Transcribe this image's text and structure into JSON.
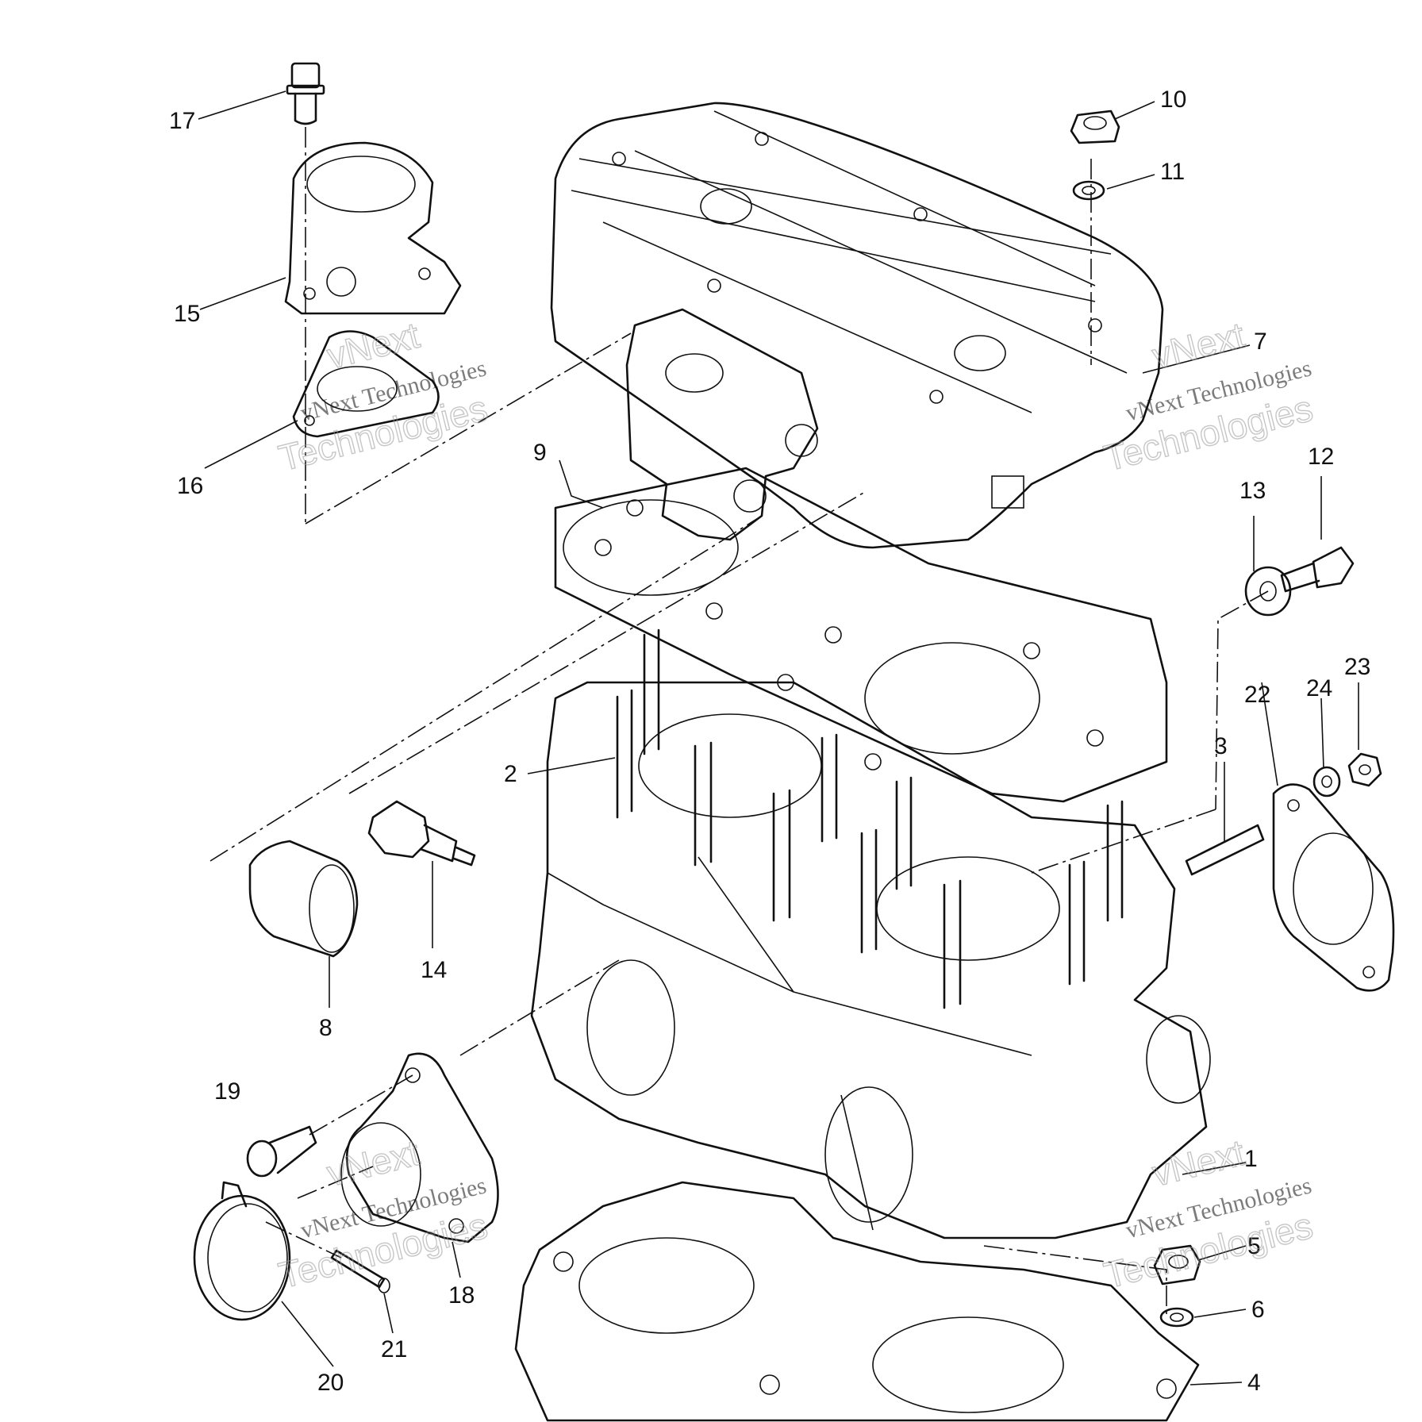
{
  "callouts": {
    "c1": "1",
    "c2": "2",
    "c3": "3",
    "c4": "4",
    "c5": "5",
    "c6": "6",
    "c7": "7",
    "c8": "8",
    "c9": "9",
    "c10": "10",
    "c11": "11",
    "c12": "12",
    "c13": "13",
    "c14": "14",
    "c15": "15",
    "c16": "16",
    "c17": "17",
    "c18": "18",
    "c19": "19",
    "c20": "20",
    "c21": "21",
    "c22": "22",
    "c23": "23",
    "c24": "24"
  },
  "watermark": {
    "brand": "vNext",
    "company": "vNext Technologies",
    "word": "Technologies"
  },
  "colors": {
    "ink": "#111111",
    "background": "#ffffff"
  }
}
